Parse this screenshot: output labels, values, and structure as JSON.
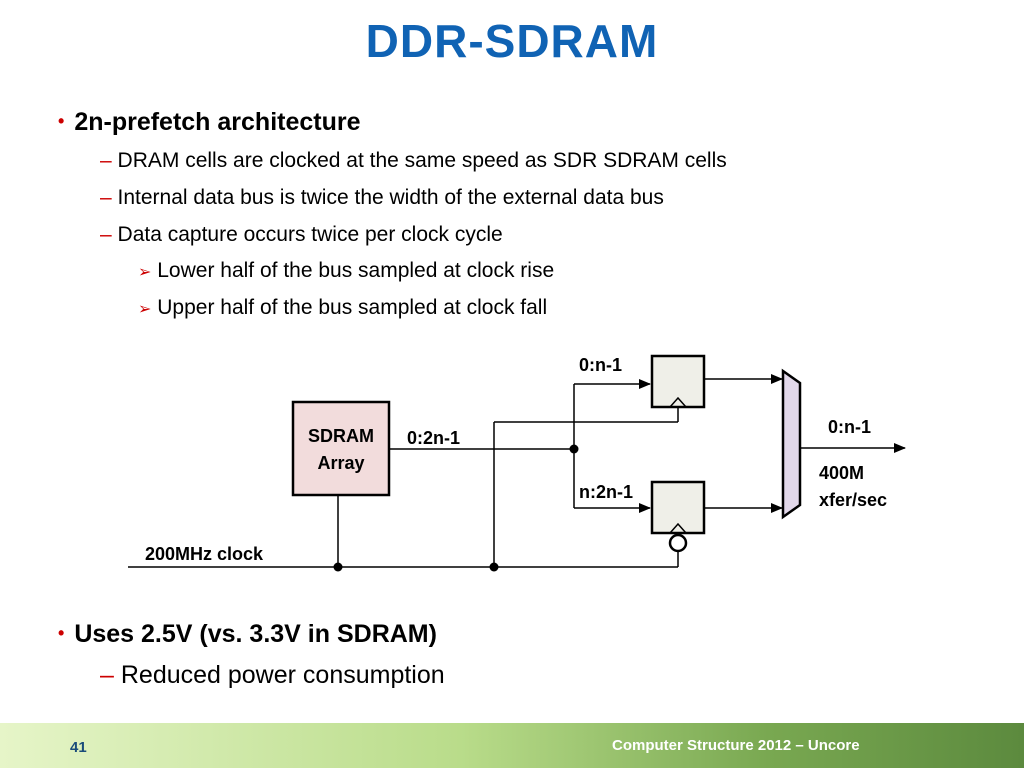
{
  "title": "DDR-SDRAM",
  "bullets": {
    "b1": "2n-prefetch architecture",
    "b1_sub1": "DRAM cells are clocked at the same speed as SDR SDRAM cells",
    "b1_sub2": "Internal data bus is twice the width of the external data bus",
    "b1_sub3": "Data capture occurs twice per clock cycle",
    "b1_sub3_a": "Lower half of the bus sampled at clock rise",
    "b1_sub3_b": "Upper half of the bus sampled at clock fall",
    "b2": "Uses 2.5V (vs. 3.3V in SDRAM)",
    "b2_sub1": "Reduced power consumption"
  },
  "diagram": {
    "sdram_line1": "SDRAM",
    "sdram_line2": "Array",
    "bus_full": "0:2n-1",
    "bus_low": "0:n-1",
    "bus_high": "n:2n-1",
    "out_bus": "0:n-1",
    "rate_line1": "400M",
    "rate_line2": "xfer/sec",
    "clock": "200MHz clock"
  },
  "footer": {
    "page": "41",
    "text": "Computer Structure 2012 – Uncore"
  },
  "colors": {
    "title": "#1063b4",
    "bullet_marker": "#cc0000",
    "sdram_fill": "#f2dcdc",
    "mux_fill": "#e2d8ea"
  }
}
